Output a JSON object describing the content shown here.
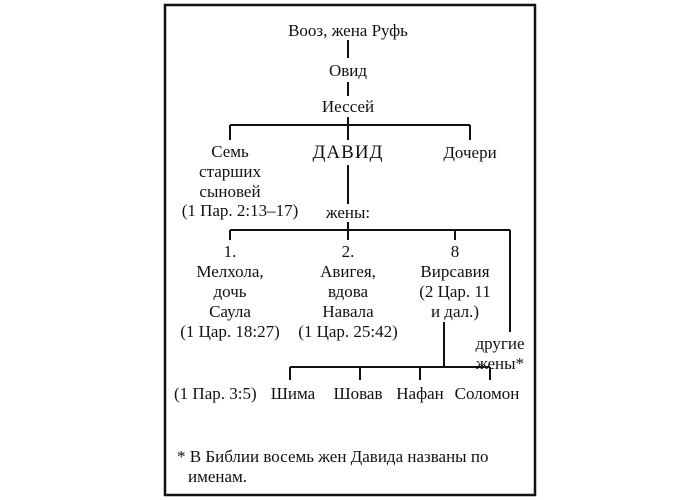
{
  "tree": {
    "root": "Вооз, жена Руфь",
    "gen2": "Овид",
    "gen3": "Иессей",
    "children": {
      "left": [
        "Семь",
        "старших",
        "сыновей",
        "(1 Пар. 2:13–17)"
      ],
      "center": "ДАВИД",
      "right": "Дочери"
    },
    "wives_label": "жены:",
    "wives": [
      {
        "lines": [
          "1.",
          "Мелхола,",
          "дочь",
          "Саула",
          "(1 Цар. 18:27)"
        ]
      },
      {
        "lines": [
          "2.",
          "Авигея,",
          "вдова",
          "Навала",
          "(1 Цар. 25:42)"
        ]
      },
      {
        "lines": [
          "8",
          "Вирсавия",
          "(2 Цар. 11",
          "и дал.)"
        ]
      }
    ],
    "other_wives": [
      "другие",
      "жены*"
    ],
    "sons_ref": "(1 Пар. 3:5)",
    "sons": [
      "Шима",
      "Шовав",
      "Нафан",
      "Соломон"
    ]
  },
  "footnote": [
    "* В Библии восемь жен Давида названы по",
    "именам."
  ]
}
